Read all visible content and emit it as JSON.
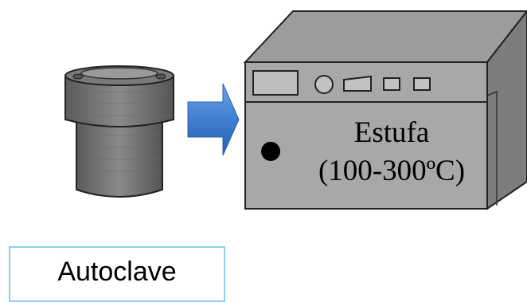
{
  "oven": {
    "name": "Estufa",
    "temperature": "(100-300ºC)"
  },
  "autoclave": {
    "label": "Autoclave"
  },
  "icons": [
    "autoclave-vessel-icon",
    "arrow-right-icon",
    "oven-icon"
  ],
  "colors": {
    "arrow": "#3f7fd0",
    "oven_body": "#a8a8a8",
    "vessel": "#6e6e6e",
    "label_border": "#8fd0ee"
  }
}
